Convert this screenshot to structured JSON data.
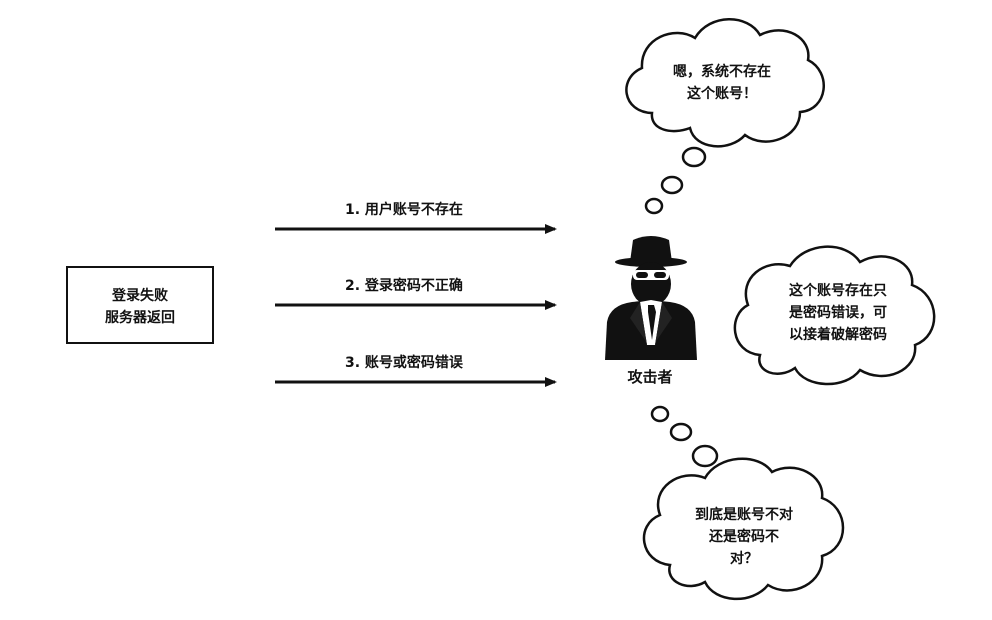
{
  "server_box": {
    "lines": [
      "登录失败",
      "服务器返回"
    ]
  },
  "arrows": [
    {
      "label": "1. 用户账号不存在"
    },
    {
      "label": "2. 登录密码不正确"
    },
    {
      "label": "3. 账号或密码错误"
    }
  ],
  "attacker": {
    "label": "攻击者"
  },
  "thoughts": [
    {
      "lines": [
        "嗯，系统不存在",
        "这个账号！"
      ]
    },
    {
      "lines": [
        "这个账号存在只",
        "是密码错误，可",
        "以接着破解密码"
      ]
    },
    {
      "lines": [
        "到底是账号不对",
        "还是密码不",
        "对？"
      ]
    }
  ],
  "colors": {
    "ink": "#111111",
    "paper": "#ffffff"
  }
}
